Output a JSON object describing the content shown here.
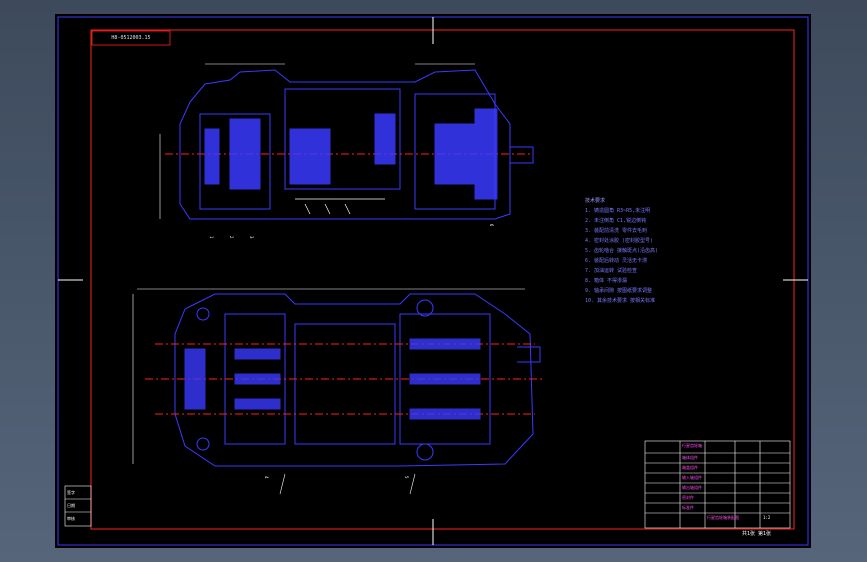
{
  "title_stamp": "H8-0512003.15",
  "notes": {
    "heading": "技术要求",
    "items": [
      "1. 铸造圆角 R3~R5,未注明",
      "2. 未注倒角 C1,锐边倒钝",
      "3. 装配前清洗 零件去毛刺",
      "4. 密封处涂胶 (密封胶型号)",
      "5. 齿轮啮合 接触斑点(沿齿高)",
      "6. 装配后转动 灵活无卡滞",
      "7. 加油运转 试验检查",
      "8. 箱体 不得渗漏",
      "9. 轴承间隙 按图纸要求调整",
      "10. 其余技术要求 按相关标准"
    ]
  },
  "title_block": {
    "rows": [
      "行星齿轮箱",
      "箱体组件",
      "端盖组件",
      "输入轴组件",
      "输出轴组件",
      "密封件",
      "标准件"
    ],
    "drawing_name": "行星齿轮箱装配图",
    "scale": "1:2",
    "sheet": "共1张 第1张"
  },
  "left_block": [
    "签字",
    "日期",
    "审核"
  ],
  "colors": {
    "line": "#3a3aff",
    "frame_red": "#ff2020",
    "white": "#ffffff",
    "magenta": "#ff4df0"
  }
}
